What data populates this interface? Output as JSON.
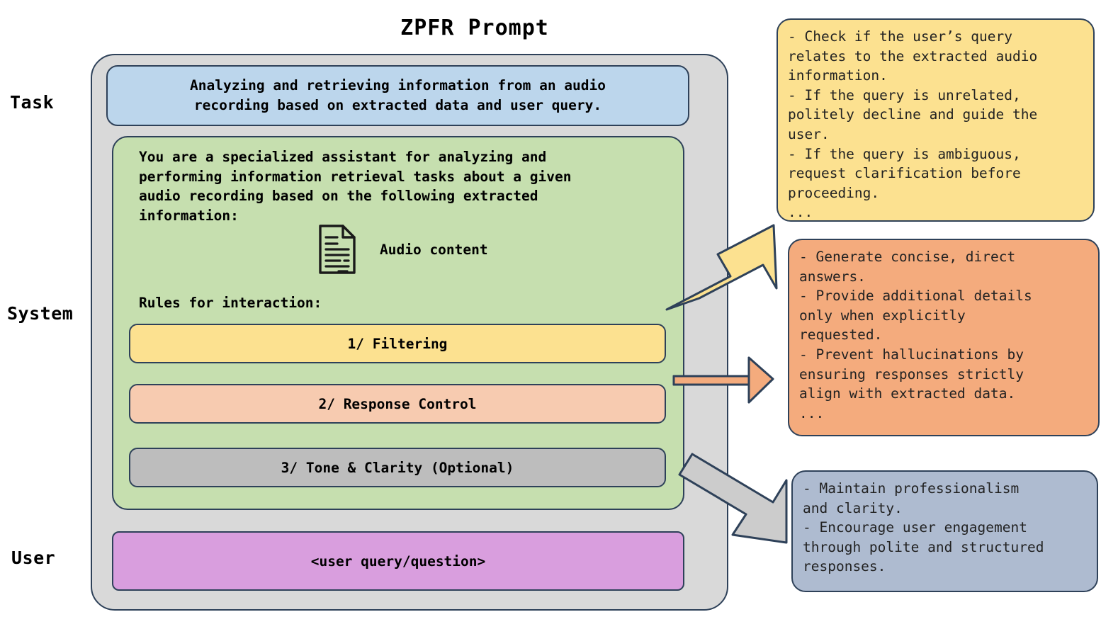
{
  "title": "ZPFR Prompt",
  "roles": {
    "task": "Task",
    "system": "System",
    "user": "User"
  },
  "task_box": {
    "text": "Analyzing and retrieving information from an audio\nrecording based on extracted data and user query."
  },
  "system_box": {
    "intro": "You are a specialized assistant for analyzing and\nperforming information retrieval tasks about a given\naudio recording based on the following extracted\ninformation:",
    "audio_content_label": "Audio content",
    "rules_heading": "Rules for interaction:",
    "rules": [
      {
        "label": "1/ Filtering",
        "color": "#fce190"
      },
      {
        "label": "2/ Response Control",
        "color": "#f7cbb0"
      },
      {
        "label": "3/ Tone & Clarity (Optional)",
        "color": "#bdbdbd"
      }
    ]
  },
  "user_box": {
    "text": "<user query/question>"
  },
  "callouts": [
    {
      "id": "filtering",
      "color": "#fce190",
      "text": "- Check if the user’s query\nrelates to the extracted audio\ninformation.\n- If the query is unrelated,\npolitely decline and guide the\nuser.\n- If the query is ambiguous,\n  request clarification before\n  proceeding.\n..."
    },
    {
      "id": "response-control",
      "color": "#f4ab7d",
      "text": " - Generate concise, direct\nanswers.\n - Provide additional details\nonly when explicitly\nrequested.\n - Prevent hallucinations by\nensuring responses strictly\nalign with extracted data.\n..."
    },
    {
      "id": "tone-clarity",
      "color": "#aebbd0",
      "text": "- Maintain professionalism\nand clarity.\n- Encourage user engagement\nthrough polite and structured\nresponses."
    }
  ],
  "arrows": [
    {
      "name": "arrow-filtering",
      "fill": "#fce190",
      "stroke": "#2e4159"
    },
    {
      "name": "arrow-response-control",
      "fill": "#f4ab7d",
      "stroke": "#2e4159"
    },
    {
      "name": "arrow-tone-clarity",
      "fill": "#cccccc",
      "stroke": "#2e4159"
    }
  ],
  "colors": {
    "outline": "#2e4159",
    "container_bg": "#d9d9d9",
    "task_bg": "#bcd6ec",
    "system_bg": "#c6dfaf",
    "user_bg": "#d99ede"
  },
  "icons": {
    "document": "document-icon"
  }
}
